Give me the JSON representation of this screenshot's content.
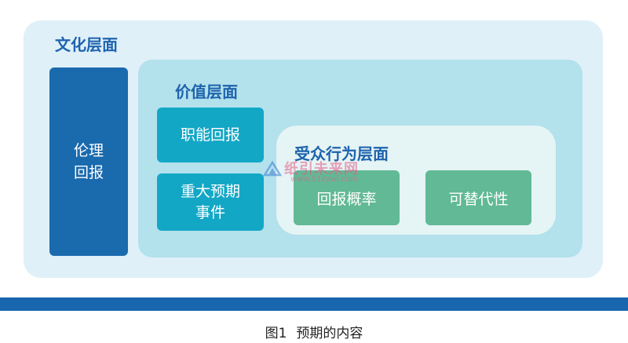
{
  "diagram": {
    "culture_layer": {
      "title": "文化层面",
      "ethics_box": "伦理\n回报"
    },
    "value_layer": {
      "title": "价值层面",
      "boxes": [
        "职能回报",
        "重大预期\n事件"
      ]
    },
    "audience_layer": {
      "title": "受众行为层面",
      "boxes": [
        "回报概率",
        "可替代性"
      ]
    }
  },
  "watermark": {
    "name": "纸引未来网",
    "url": "www.51zywl.com"
  },
  "caption": {
    "label": "图1",
    "text": "预期的内容"
  },
  "colors": {
    "culture_bg": "#dff0f9",
    "value_bg": "#b3e1ec",
    "audience_bg": "#e5f4f4",
    "dark_blue": "#1a6aae",
    "teal": "#13a7c6",
    "green": "#61b995",
    "title_blue": "#1e63ad",
    "bar_blue": "#1866ae"
  }
}
